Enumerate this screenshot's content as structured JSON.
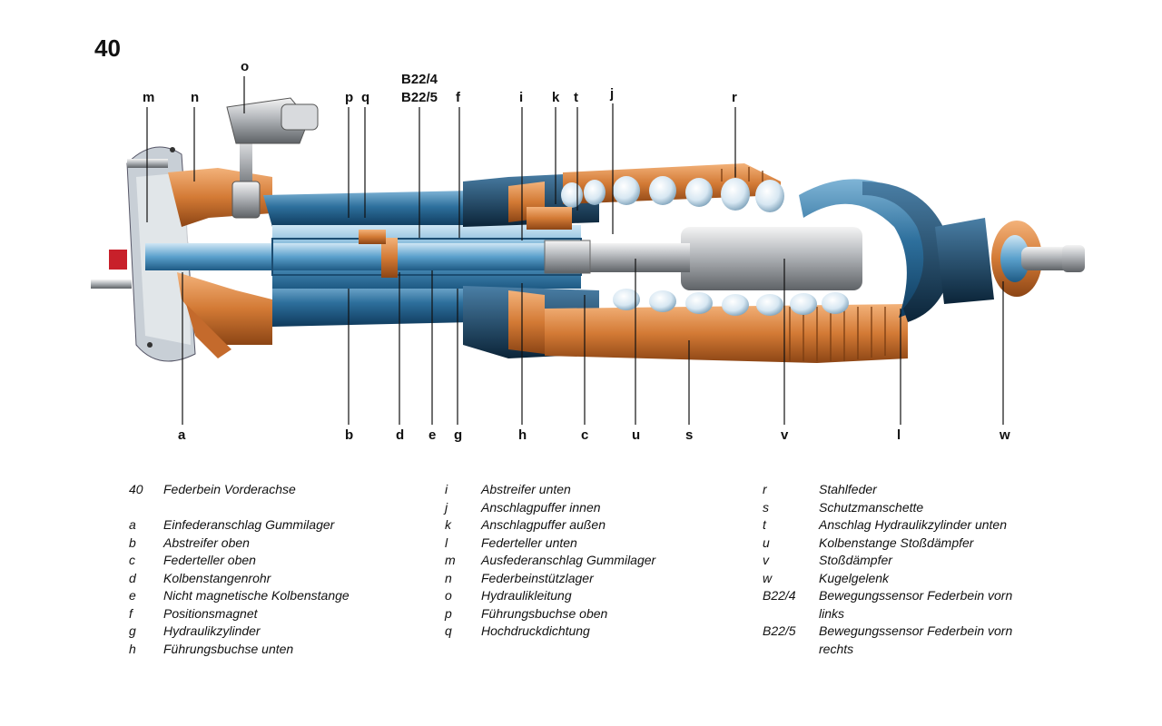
{
  "figure_number": "40",
  "callouts": {
    "top": [
      "m",
      "n",
      "o",
      "p",
      "q",
      "f",
      "i",
      "k",
      "t",
      "j",
      "r"
    ],
    "sensor_1": "B22/4",
    "sensor_2": "B22/5",
    "bottom": [
      "a",
      "b",
      "d",
      "e",
      "g",
      "h",
      "c",
      "u",
      "s",
      "v",
      "l",
      "w"
    ]
  },
  "legend": {
    "col1": [
      {
        "key": "40",
        "desc": "Federbein Vorderachse"
      },
      {
        "key": "a",
        "desc": "Einfederanschlag Gummilager"
      },
      {
        "key": "b",
        "desc": "Abstreifer oben"
      },
      {
        "key": "c",
        "desc": "Federteller oben"
      },
      {
        "key": "d",
        "desc": "Kolbenstangenrohr"
      },
      {
        "key": "e",
        "desc": "Nicht magnetische Kolbenstange"
      },
      {
        "key": "f",
        "desc": "Positionsmagnet"
      },
      {
        "key": "g",
        "desc": "Hydraulikzylinder"
      },
      {
        "key": "h",
        "desc": "Führungsbuchse unten"
      }
    ],
    "col2": [
      {
        "key": "i",
        "desc": "Abstreifer unten"
      },
      {
        "key": "j",
        "desc": "Anschlagpuffer innen"
      },
      {
        "key": "k",
        "desc": "Anschlagpuffer außen"
      },
      {
        "key": "l",
        "desc": "Federteller unten"
      },
      {
        "key": "m",
        "desc": "Ausfederanschlag Gummilager"
      },
      {
        "key": "n",
        "desc": "Federbeinstützlager"
      },
      {
        "key": "o",
        "desc": "Hydraulikleitung"
      },
      {
        "key": "p",
        "desc": "Führungsbuchse oben"
      },
      {
        "key": "q",
        "desc": "Hochdruckdichtung"
      }
    ],
    "col3": [
      {
        "key": "r",
        "desc": "Stahlfeder"
      },
      {
        "key": "s",
        "desc": "Schutzmanschette"
      },
      {
        "key": "t",
        "desc": "Anschlag Hydraulikzylinder unten"
      },
      {
        "key": "u",
        "desc": "Kolbenstange Stoßdämpfer"
      },
      {
        "key": "v",
        "desc": "Stoßdämpfer"
      },
      {
        "key": "w",
        "desc": "Kugelgelenk"
      },
      {
        "key": "B22/4",
        "desc": "Bewegungssensor Federbein vorn links"
      },
      {
        "key": "B22/5",
        "desc": "Bewegungssensor Federbein vorn rechts"
      }
    ]
  }
}
